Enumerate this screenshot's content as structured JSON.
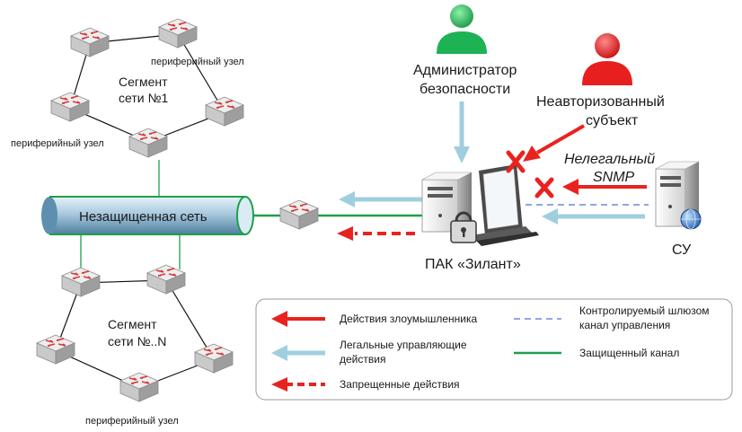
{
  "colors": {
    "attack": "#e8231f",
    "legal": "#9fcfdf",
    "controlled": "#8fa8e0",
    "protected": "#1f9e4a",
    "admin_person": "#1db254",
    "unauth_person": "#e81f1f"
  },
  "icons": [
    "network-switch-icon",
    "server-icon",
    "monitor-icon",
    "padlock-icon",
    "person-icon",
    "cross-icon",
    "globe-icon"
  ],
  "segments": {
    "top": {
      "title_line1": "Сегмент",
      "title_line2": "сети  №1",
      "node_label_a": "периферийный узел",
      "node_label_b": "периферийный узел"
    },
    "bottom": {
      "title_line1": "Сегмент",
      "title_line2": "сети  №..N",
      "node_label": "периферийный узел"
    }
  },
  "network": {
    "pipe_label": "Незащищенная сеть"
  },
  "admin": {
    "line1": "Администратор",
    "line2": "безопасности"
  },
  "unauth": {
    "line1": "Неавторизованный",
    "line2": "субъект"
  },
  "snmp": {
    "line1": "Нелегальный",
    "line2": "SNMP"
  },
  "pak": {
    "label": "ПАК «Зилант»"
  },
  "su": {
    "label": "СУ"
  },
  "legend": {
    "attack": "Действия злоумышленника",
    "legal_line1": "Легальные управляющие",
    "legal_line2": "действия",
    "forbidden": "Запрещенные действия",
    "controlled_line1": "Контролируемый шлюзом",
    "controlled_line2": "канал управления",
    "protected": "Защищенный канал"
  }
}
